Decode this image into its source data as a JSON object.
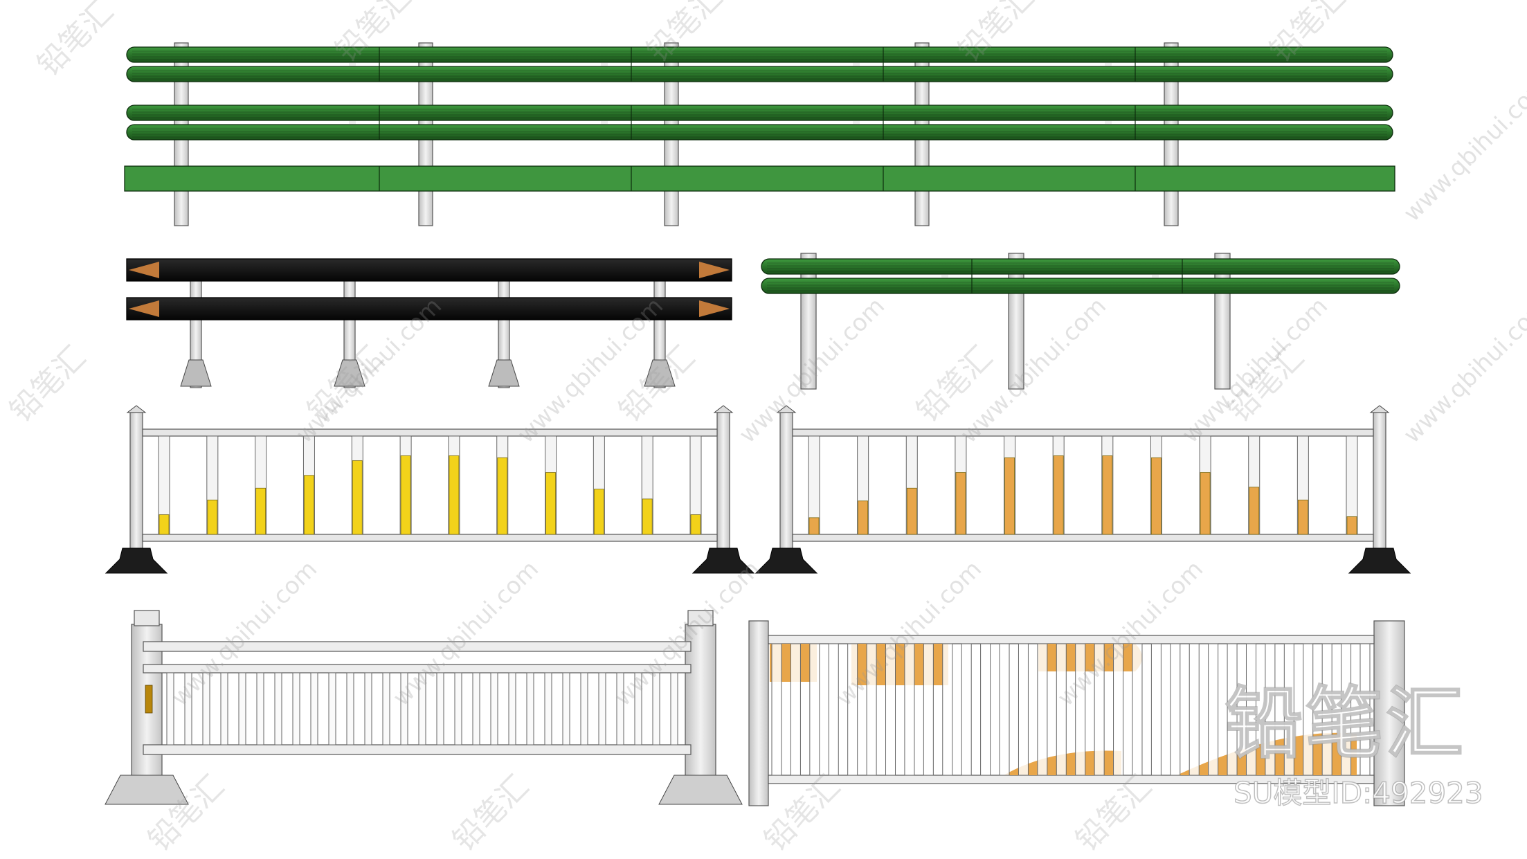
{
  "watermark": {
    "site": "www.qbihui.com",
    "brand_cn": "铅笔汇"
  },
  "logo": {
    "text": "铅笔汇",
    "model_id": "SU模型ID:492923"
  },
  "colors": {
    "guardrail_green": "#2f7d2f",
    "guardrail_green_dark": "#1d5a1d",
    "guardrail_black": "#151515",
    "post_gray": "#d8d8d8",
    "reflector_yellow": "#f2d21a",
    "reflector_orange": "#e8a64a",
    "outline": "#333333"
  },
  "objects": [
    "green-w-beam-guardrail-triple",
    "black-w-beam-guardrail-double",
    "green-w-beam-guardrail-single",
    "fence-yellow-reflectors",
    "fence-orange-reflectors",
    "fence-white-balusters",
    "fence-orange-panel"
  ]
}
